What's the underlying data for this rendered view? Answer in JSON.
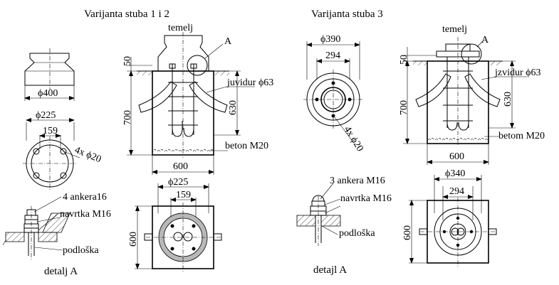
{
  "variant_12": {
    "title": "Varijanta stuba 1 i 2",
    "foundation_label": "temelj",
    "callout_a": "A",
    "dim_d400": "ϕ400",
    "dim_d225_top": "ϕ225",
    "dim_159_top": "159",
    "holes_label": "4x ϕ20",
    "dim_50": "50",
    "dim_700": "700",
    "dim_630": "630",
    "dim_600_bottom": "600",
    "pipe_label": "juvidur ϕ63",
    "concrete_label": "beton M20",
    "dim_d225_plan": "ϕ225",
    "dim_159_plan": "159",
    "dim_600_side": "600",
    "detail": {
      "anchors": "4 ankera16",
      "nut": "navrtka M16",
      "washer": "podloška",
      "title": "detalj A"
    }
  },
  "variant_3": {
    "title": "Varijanta stuba 3",
    "foundation_label": "temelj",
    "callout_a": "A",
    "dim_d390": "ϕ390",
    "dim_294_top": "294",
    "holes_label": "4x ϕ20",
    "dim_50": "50",
    "dim_700": "700",
    "dim_630": "630",
    "dim_600_bottom": "600",
    "pipe_label": "jzvidur ϕ63",
    "concrete_label": "betom M20",
    "dim_d340": "ϕ340",
    "dim_294_plan": "294",
    "dim_600_side": "600",
    "detail": {
      "anchors": "3  ankera M16",
      "nut": "navrtka M16",
      "washer": "podloška",
      "title": "detajl A"
    }
  }
}
